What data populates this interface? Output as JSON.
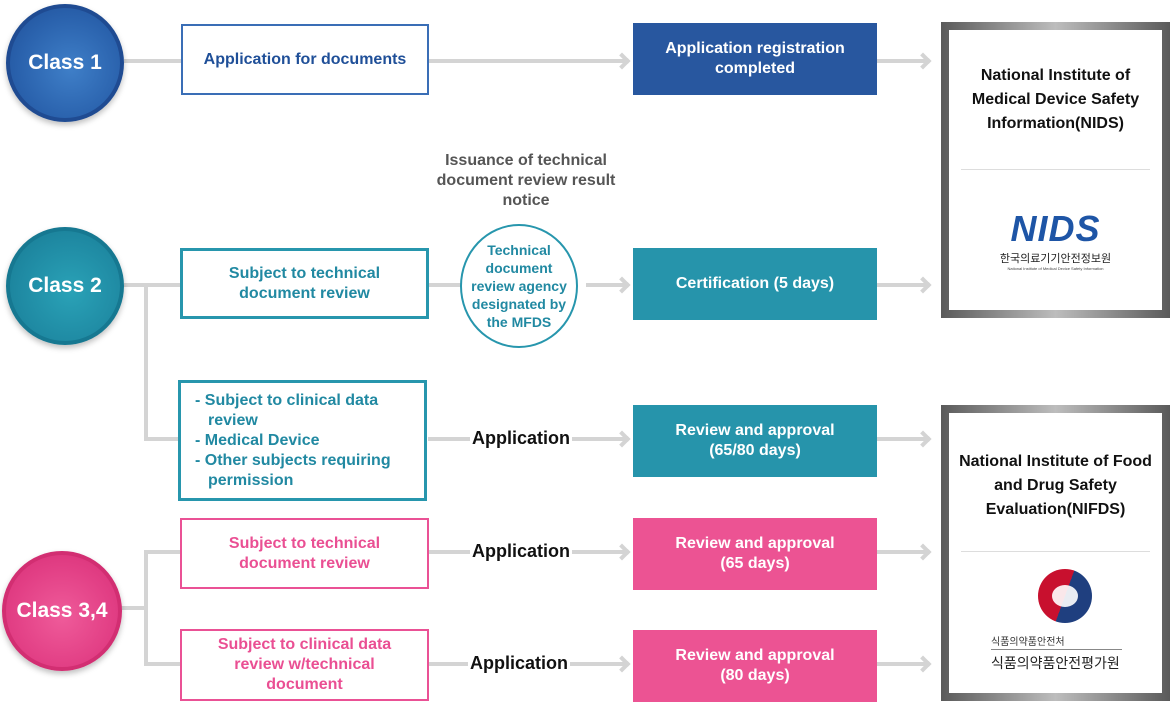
{
  "colors": {
    "class1": "#28579f",
    "class2": "#2694ab",
    "class34": "#ec5393",
    "connector": "#d4d4d4"
  },
  "classes": [
    {
      "label": "Class 1"
    },
    {
      "label": "Class 2"
    },
    {
      "label": "Class 3,4"
    }
  ],
  "class1": {
    "input": "Application for documents",
    "result": "Application registration completed"
  },
  "class2": {
    "tech_input": "Subject to technical document review",
    "notice": "Issuance of technical document review result notice",
    "agency": "Technical document review agency designated by the MFDS",
    "tech_result": "Certification (5 days)",
    "clinical_items": [
      "- Subject to clinical data review",
      "- Medical Device",
      "- Other subjects requiring permission"
    ],
    "clinical_connector": "Application",
    "clinical_result": "Review and approval (65/80 days)"
  },
  "class34": {
    "tech_input": "Subject to technical document review",
    "tech_connector": "Application",
    "tech_result": "Review and approval (65 days)",
    "clinical_input": "Subject to clinical data review w/technical document",
    "clinical_connector": "Application",
    "clinical_result": "Review and approval (80 days)"
  },
  "institutes": [
    {
      "title": "National Institute of Medical Device Safety Information(NIDS)",
      "logo_text": "NIDS",
      "logo_korean": "한국의료기기안전정보원",
      "logo_subtitle": "National Institute of Medical Device Safety Information"
    },
    {
      "title": "National Institute of Food and Drug Safety Evaluation(NIFDS)",
      "logo_korean_top": "식품의약품안전처",
      "logo_korean": "식품의약품안전평가원"
    }
  ]
}
